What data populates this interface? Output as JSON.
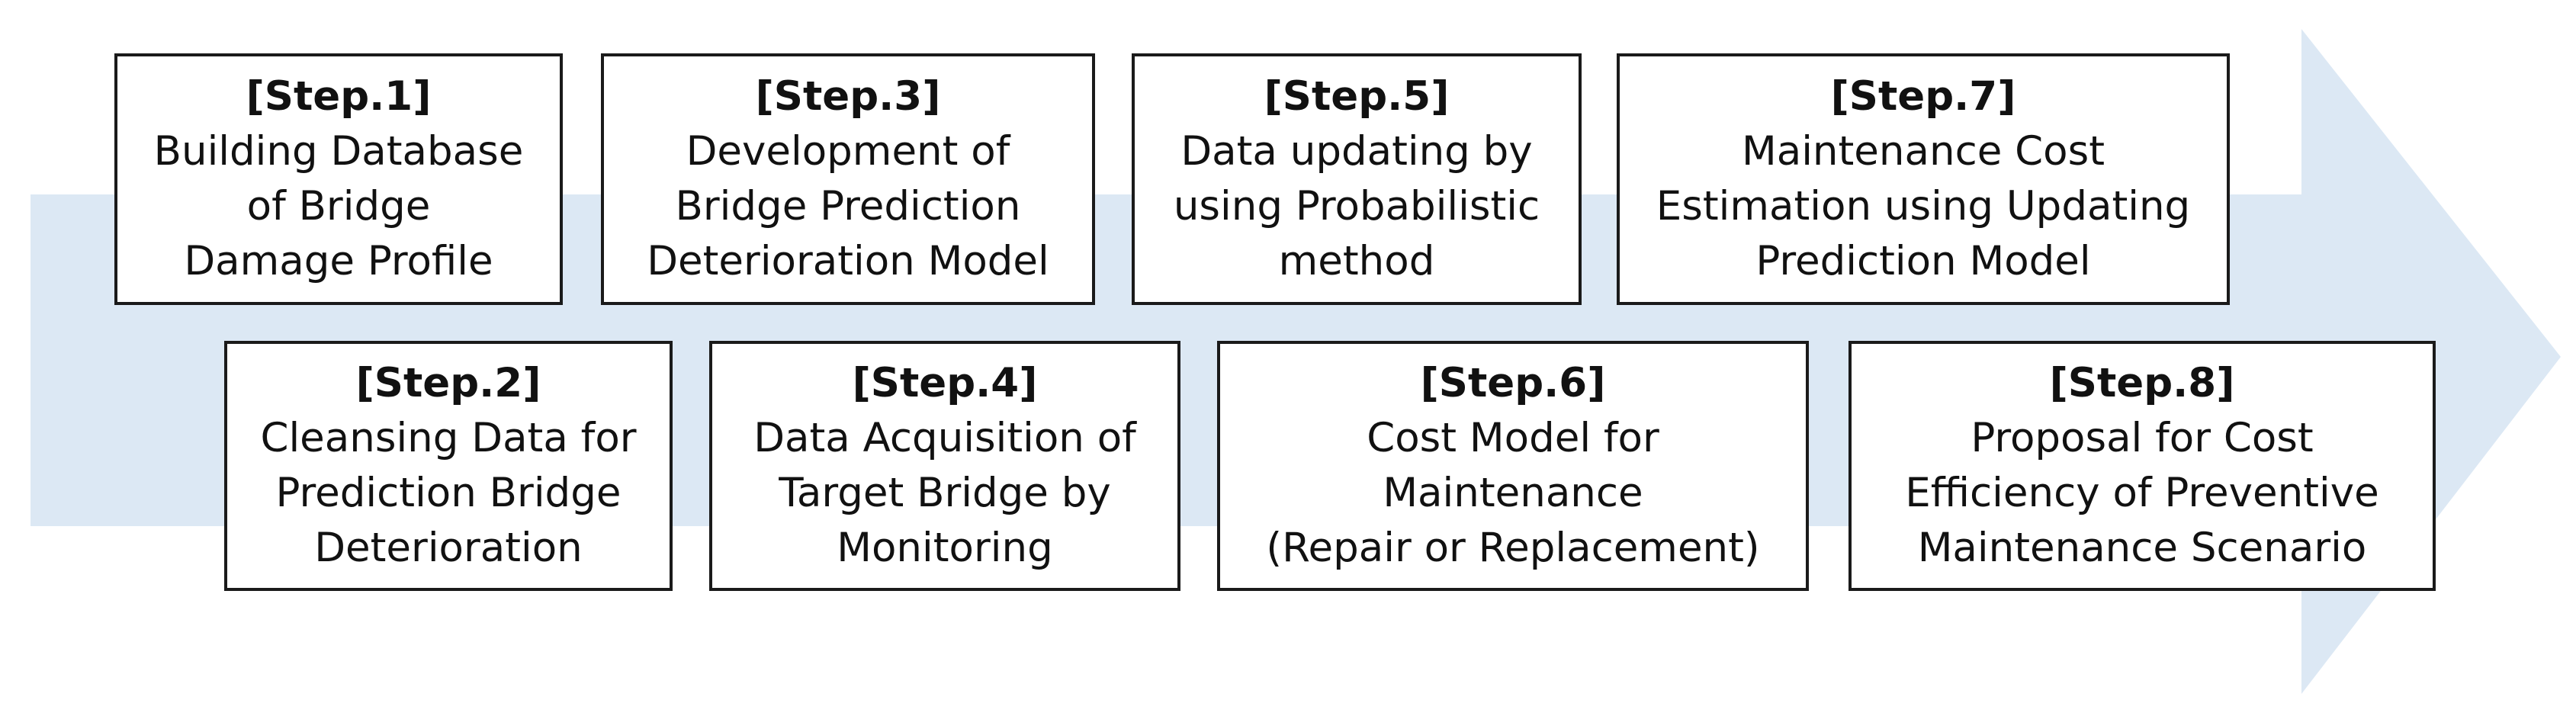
{
  "colors": {
    "arrow_fill": "#dce8f4",
    "box_border": "#1a1a1a",
    "box_fill": "#ffffff",
    "text": "#111111"
  },
  "steps": [
    {
      "title": "[Step.1]",
      "lines": [
        "Building Database",
        "of Bridge",
        "Damage Profile"
      ]
    },
    {
      "title": "[Step.2]",
      "lines": [
        "Cleansing Data for",
        "Prediction Bridge",
        "Deterioration"
      ]
    },
    {
      "title": "[Step.3]",
      "lines": [
        "Development of",
        "Bridge Prediction",
        "Deterioration Model"
      ]
    },
    {
      "title": "[Step.4]",
      "lines": [
        "Data Acquisition of",
        "Target Bridge by",
        "Monitoring"
      ]
    },
    {
      "title": "[Step.5]",
      "lines": [
        "Data updating by",
        "using Probabilistic",
        "method"
      ]
    },
    {
      "title": "[Step.6]",
      "lines": [
        "Cost Model for",
        "Maintenance",
        "(Repair or Replacement)"
      ]
    },
    {
      "title": "[Step.7]",
      "lines": [
        "Maintenance Cost",
        "Estimation using Updating",
        "Prediction Model"
      ]
    },
    {
      "title": "[Step.8]",
      "lines": [
        "Proposal for Cost",
        "Efficiency of Preventive",
        "Maintenance Scenario"
      ]
    }
  ]
}
